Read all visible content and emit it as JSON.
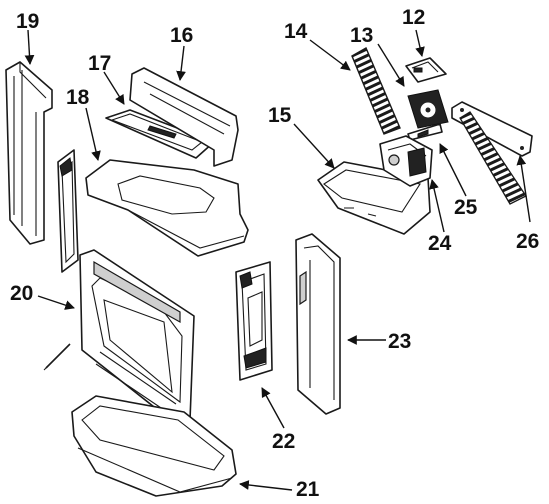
{
  "diagram": {
    "labels": [
      {
        "key": "p12",
        "text": "12"
      },
      {
        "key": "p13",
        "text": "13"
      },
      {
        "key": "p14",
        "text": "14"
      },
      {
        "key": "p15",
        "text": "15"
      },
      {
        "key": "p16",
        "text": "16"
      },
      {
        "key": "p17",
        "text": "17"
      },
      {
        "key": "p18",
        "text": "18"
      },
      {
        "key": "p19",
        "text": "19"
      },
      {
        "key": "p20",
        "text": "20"
      },
      {
        "key": "p21",
        "text": "21"
      },
      {
        "key": "p22",
        "text": "22"
      },
      {
        "key": "p23",
        "text": "23"
      },
      {
        "key": "p24",
        "text": "24"
      },
      {
        "key": "p25",
        "text": "25"
      },
      {
        "key": "p26",
        "text": "26"
      }
    ]
  }
}
